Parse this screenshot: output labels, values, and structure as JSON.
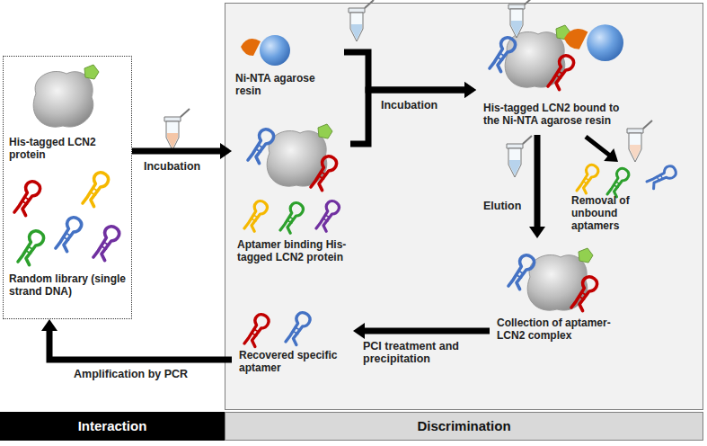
{
  "diagram": {
    "nodes": [
      {
        "text": [
          "His-tagged LCN2 protein",
          "Random library (single strand DNA)"
        ]
      },
      {
        "text": [
          "Discrimination"
        ]
      },
      {
        "text": [
          "Interaction"
        ]
      },
      {
        "text": [
          "Ni-NTA agarose resin"
        ],
        "in": 1
      },
      {
        "text": [
          "Aptamer binding His-tagged LCN2 protein"
        ],
        "in": 1
      },
      {
        "text": [
          "His-tagged LCN2 bound to the Ni-NTA agarose resin"
        ],
        "in": 1
      },
      {
        "text": [
          "Removal of unbound aptamers"
        ],
        "in": 1
      },
      {
        "text": [
          "Collection of aptamer-LCN2 complex"
        ],
        "in": 1
      },
      {
        "text": [
          "Recovered specific aptamer"
        ],
        "in": 1
      }
    ],
    "edges": [
      {
        "from": 0,
        "to": 4,
        "label": "Incubation",
        "arrow": "to"
      },
      {
        "from": 3,
        "to": 5,
        "label": "Incubation",
        "arrow": "to"
      },
      {
        "from": 4,
        "to": 5,
        "arrow": "to"
      },
      {
        "from": 5,
        "to": 7,
        "label": "Elution",
        "arrow": "to"
      },
      {
        "from": 5,
        "to": 6,
        "arrow": "to"
      },
      {
        "from": 7,
        "to": 8,
        "label": "PCI treatment and precipitation",
        "arrow": "to"
      },
      {
        "from": 8,
        "to": 0,
        "label": "Amplification by PCR",
        "arrow": "to"
      }
    ]
  }
}
